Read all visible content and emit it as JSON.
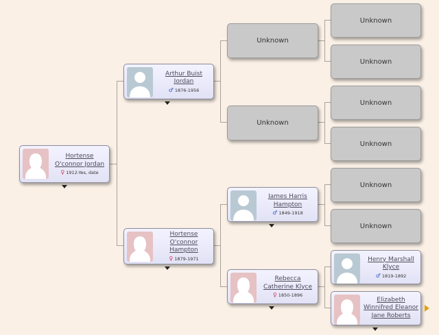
{
  "people": {
    "root": {
      "name": "Hortense O'connor Jordan",
      "dates": "1912-Yes, date",
      "sex": "female",
      "sex_symbol": "♀"
    },
    "father": {
      "name": "Arthur Buist Jordan",
      "dates": "1876-1956",
      "sex": "male",
      "sex_symbol": "♂"
    },
    "mother": {
      "name": "Hortense O'connor Hampton",
      "dates": "1879-1971",
      "sex": "female",
      "sex_symbol": "♀"
    },
    "mm_father": {
      "name": "James Harris Hampton",
      "dates": "1849-1918",
      "sex": "male",
      "sex_symbol": "♂"
    },
    "mm_mother": {
      "name": "Rebecca Catherine Klyce",
      "dates": "1850-1896",
      "sex": "female",
      "sex_symbol": "♀"
    },
    "mmm_father": {
      "name": "Henry Marshall Klyce",
      "dates": "1819-1892",
      "sex": "male",
      "sex_symbol": "♂"
    },
    "mmm_mother": {
      "name": "Elizabeth Winnifred Eleanor Jane Roberts",
      "dates": "",
      "sex": "female",
      "sex_symbol": ""
    }
  },
  "unknown_label": "Unknown",
  "colors": {
    "background": "#faf0e6",
    "card": "#e8e8fa",
    "unknown_card": "#c9c9c9",
    "male": "#2b56c7",
    "female": "#d0365a",
    "next_arrow": "#e0a213"
  }
}
